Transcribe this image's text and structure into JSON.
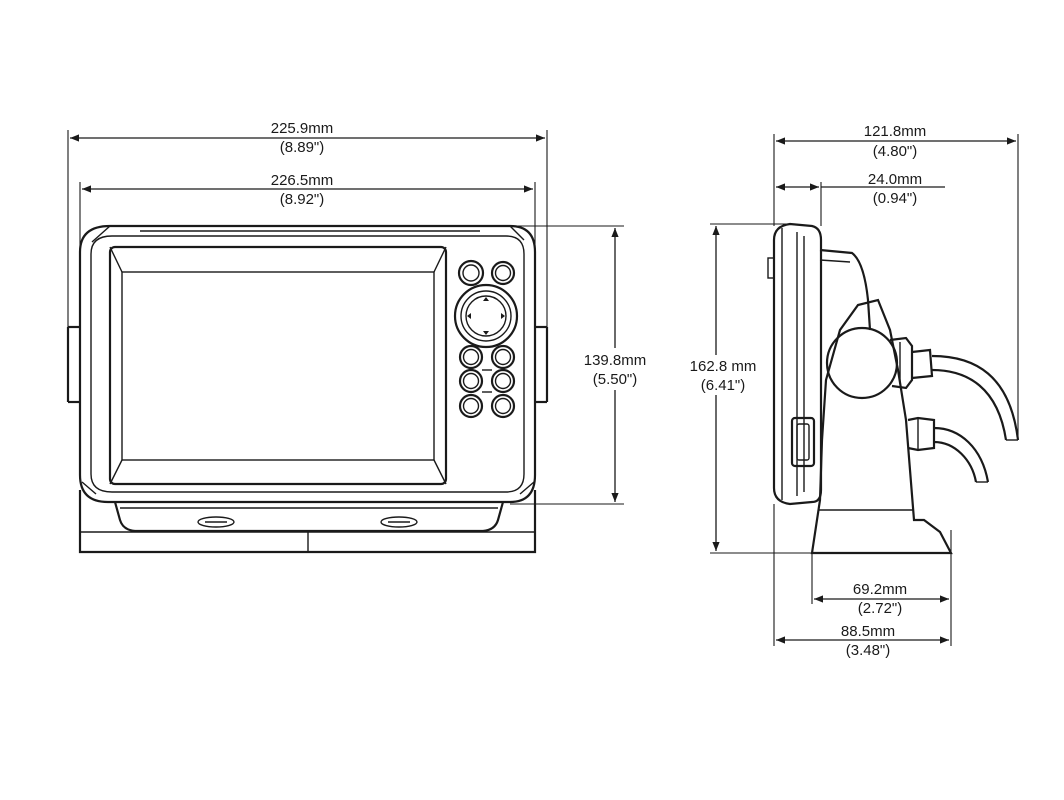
{
  "colors": {
    "line": "#1a1a1a",
    "background": "#ffffff"
  },
  "front_view": {
    "width_overall": {
      "metric": "225.9mm",
      "imperial": "(8.89\")"
    },
    "width_bracket": {
      "metric": "226.5mm",
      "imperial": "(8.92\")"
    },
    "height_body": {
      "metric": "139.8mm",
      "imperial": "(5.50\")"
    }
  },
  "side_view": {
    "depth_overall": {
      "metric": "121.8mm",
      "imperial": "(4.80\")"
    },
    "depth_bezel": {
      "metric": "24.0mm",
      "imperial": "(0.94\")"
    },
    "height_overall": {
      "metric": "162.8 mm",
      "imperial": "(6.41\")"
    },
    "base_inner": {
      "metric": "69.2mm",
      "imperial": "(2.72\")"
    },
    "base_overall": {
      "metric": "88.5mm",
      "imperial": "(3.48\")"
    }
  }
}
